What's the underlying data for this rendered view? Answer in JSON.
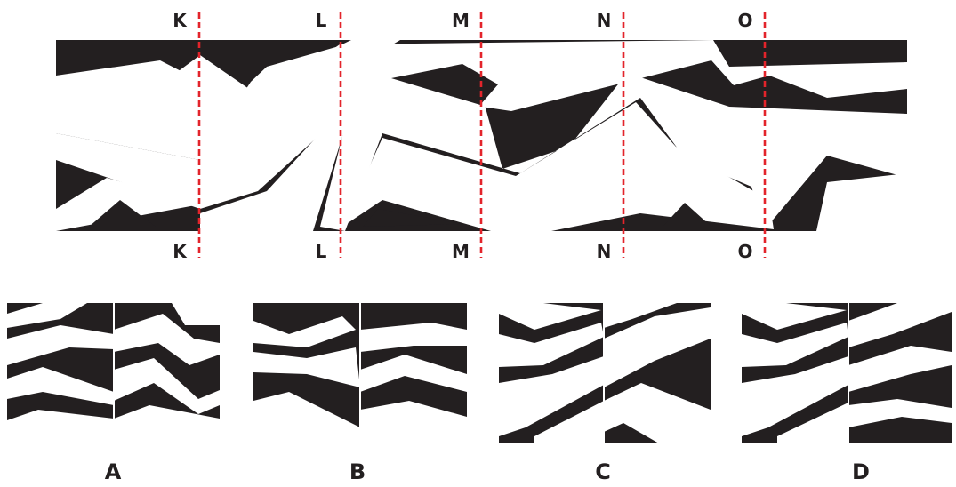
{
  "colors": {
    "ink": "#231f20",
    "cut_line": "#e3242b",
    "paper": "#ffffff"
  },
  "cut_labels": [
    {
      "id": "k",
      "text": "K"
    },
    {
      "id": "l",
      "text": "L"
    },
    {
      "id": "m",
      "text": "M"
    },
    {
      "id": "n",
      "text": "N"
    },
    {
      "id": "o",
      "text": "O"
    }
  ],
  "options": [
    {
      "id": "a",
      "text": "A"
    },
    {
      "id": "b",
      "text": "B"
    },
    {
      "id": "c",
      "text": "C"
    },
    {
      "id": "d",
      "text": "D"
    }
  ]
}
